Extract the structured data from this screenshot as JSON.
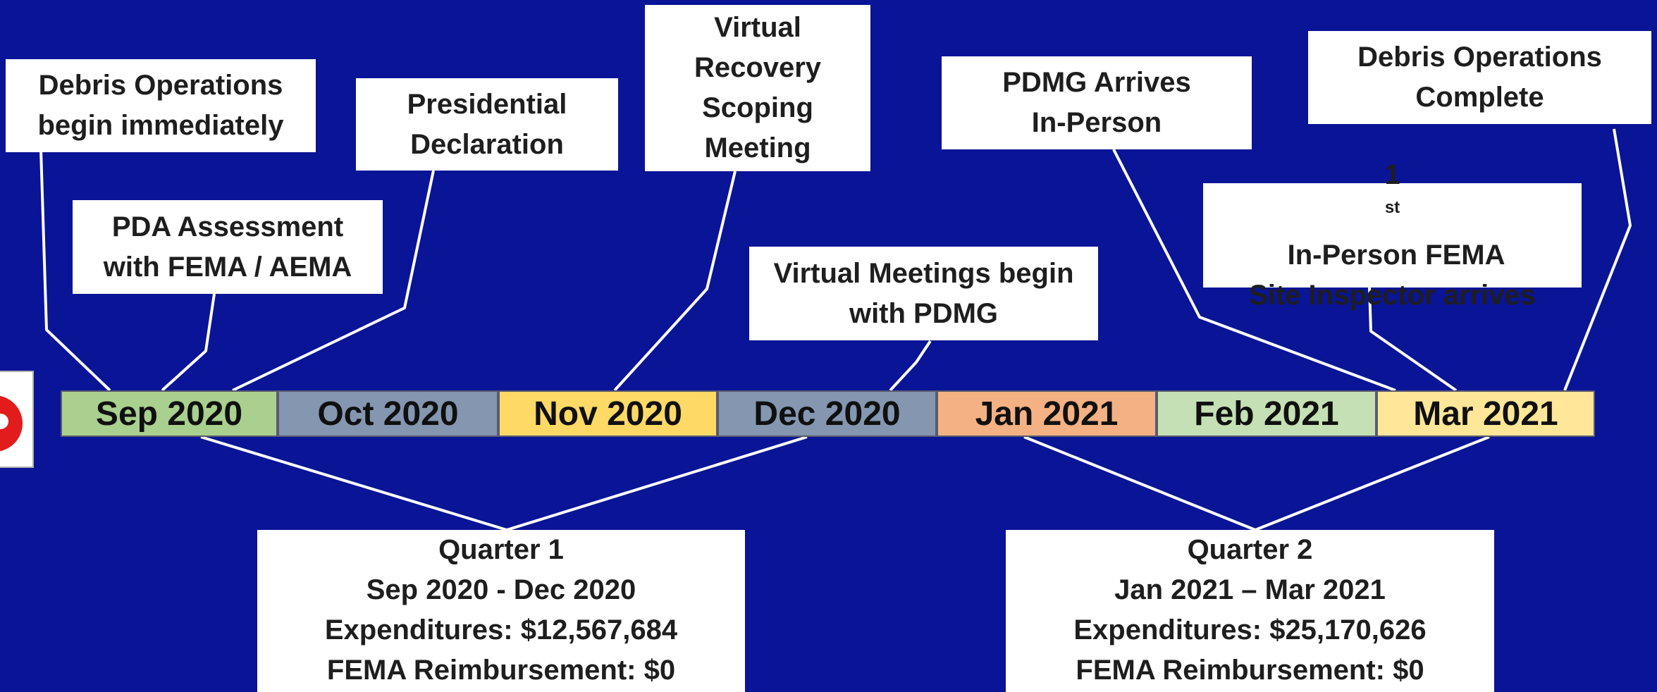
{
  "timeline": {
    "months": [
      {
        "label": "Sep 2020",
        "color": "#a9d08e"
      },
      {
        "label": "Oct 2020",
        "color": "#8496b0"
      },
      {
        "label": "Nov 2020",
        "color": "#ffd966"
      },
      {
        "label": "Dec 2020",
        "color": "#8496b0"
      },
      {
        "label": "Jan 2021",
        "color": "#f4b183"
      },
      {
        "label": "Feb 2021",
        "color": "#c5e0b4"
      },
      {
        "label": "Mar 2021",
        "color": "#ffe699"
      }
    ]
  },
  "events": {
    "debris_begin": [
      "Debris Operations",
      "begin immediately"
    ],
    "pda": [
      "PDA Assessment",
      "with FEMA / AEMA"
    ],
    "declaration": [
      "Presidential",
      "Declaration"
    ],
    "virtual_scoping": [
      "Virtual",
      "Recovery",
      "Scoping",
      "Meeting"
    ],
    "virtual_meetings": [
      "Virtual Meetings begin",
      "with PDMG"
    ],
    "pdmg_arrives": [
      "PDMG Arrives",
      "In-Person"
    ],
    "inspector": {
      "line1_num": "1",
      "line1_sup": "st",
      "line1_rest": " In-Person FEMA",
      "line2": "Site Inspector arrives"
    },
    "debris_complete": [
      "Debris Operations",
      "Complete"
    ]
  },
  "quarters": [
    {
      "title": "Quarter 1",
      "range": "Sep 2020 - Dec 2020",
      "expenditures": "Expenditures: $12,567,684",
      "reimbursement": "FEMA Reimbursement: $0"
    },
    {
      "title": "Quarter 2",
      "range": "Jan 2021 – Mar 2021",
      "expenditures": "Expenditures: $25,170,626",
      "reimbursement": "FEMA Reimbursement: $0"
    }
  ],
  "colors": {
    "background": "#0a1496",
    "connector": "#ffffff",
    "logo": "#e21c1c"
  }
}
